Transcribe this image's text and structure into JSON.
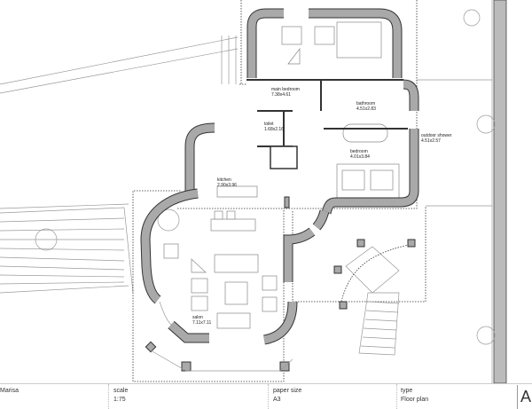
{
  "rooms": [
    {
      "name": "main bedroom",
      "size": "7.38x4.61"
    },
    {
      "name": "bathroom",
      "size": "4.51x2.83"
    },
    {
      "name": "toilet",
      "size": "1.68x2.16"
    },
    {
      "name": "outdoor shower",
      "size": "4.51x2.57"
    },
    {
      "name": "bedroom",
      "size": "4.01x3.84"
    },
    {
      "name": "kitchen",
      "size": "2.90x3.96"
    },
    {
      "name": "salon",
      "size": "7.11x7.11"
    }
  ],
  "title_block": {
    "project": "Marisa",
    "scale_label": "scale",
    "scale_value": "1:75",
    "paper_label": "paper size",
    "paper_value": "A3",
    "type_label": "type",
    "type_value": "Floor plan",
    "sheet": "A"
  }
}
